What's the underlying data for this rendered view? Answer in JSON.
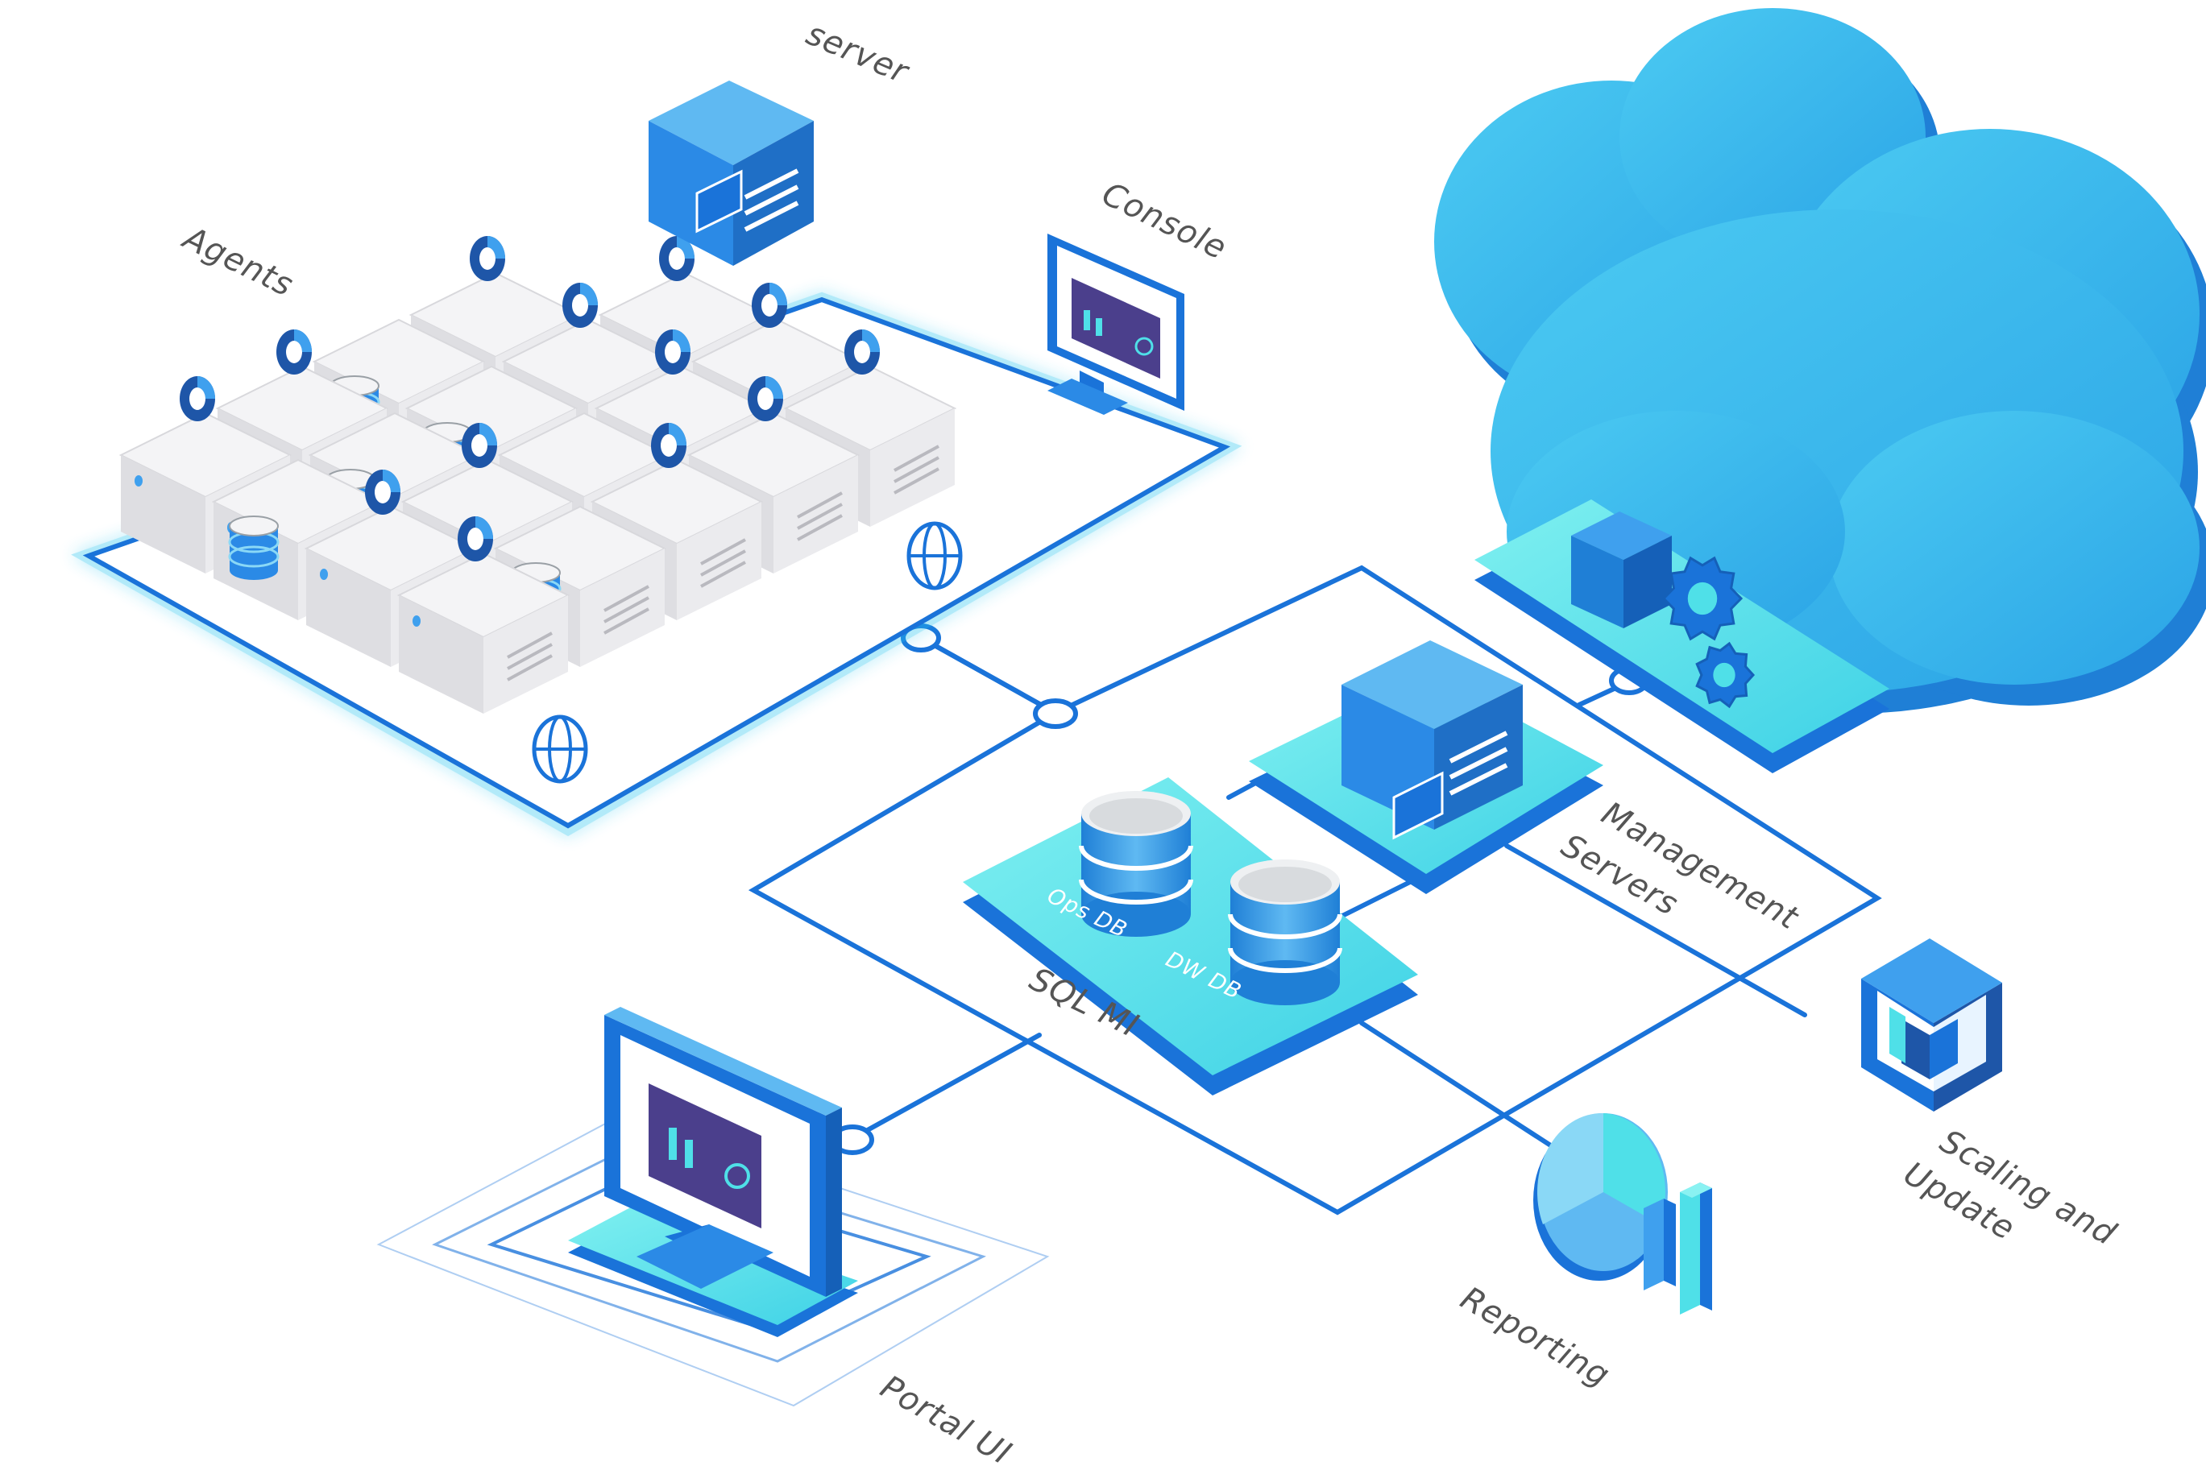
{
  "labels": {
    "server": "server",
    "agents": "Agents",
    "console": "Console",
    "ops_db": "Ops DB",
    "dw_db": "DW DB",
    "sql_mi": "SQL MI",
    "management_servers_line1": "Management",
    "management_servers_line2": "Servers",
    "scaling_line1": "Scaling and",
    "scaling_line2": "Update",
    "reporting": "Reporting",
    "portal_ui": "Portal UI"
  },
  "colors": {
    "cloud_light": "#43c3ee",
    "cloud_dark": "#1f7fd6",
    "line_blue": "#1a73d9",
    "teal": "#4fe0e8",
    "server_blue": "#2b8ae6",
    "box_grey": "#e9e9ec",
    "accent_dark": "#1e56a8",
    "label_grey": "#555555"
  },
  "icons": [
    "cloud-icon",
    "server-icon",
    "monitor-icon",
    "database-icon",
    "gear-icon",
    "cube-icon",
    "globe-icon",
    "pie-chart-icon",
    "bar-chart-icon",
    "document-hexagon-icon"
  ]
}
